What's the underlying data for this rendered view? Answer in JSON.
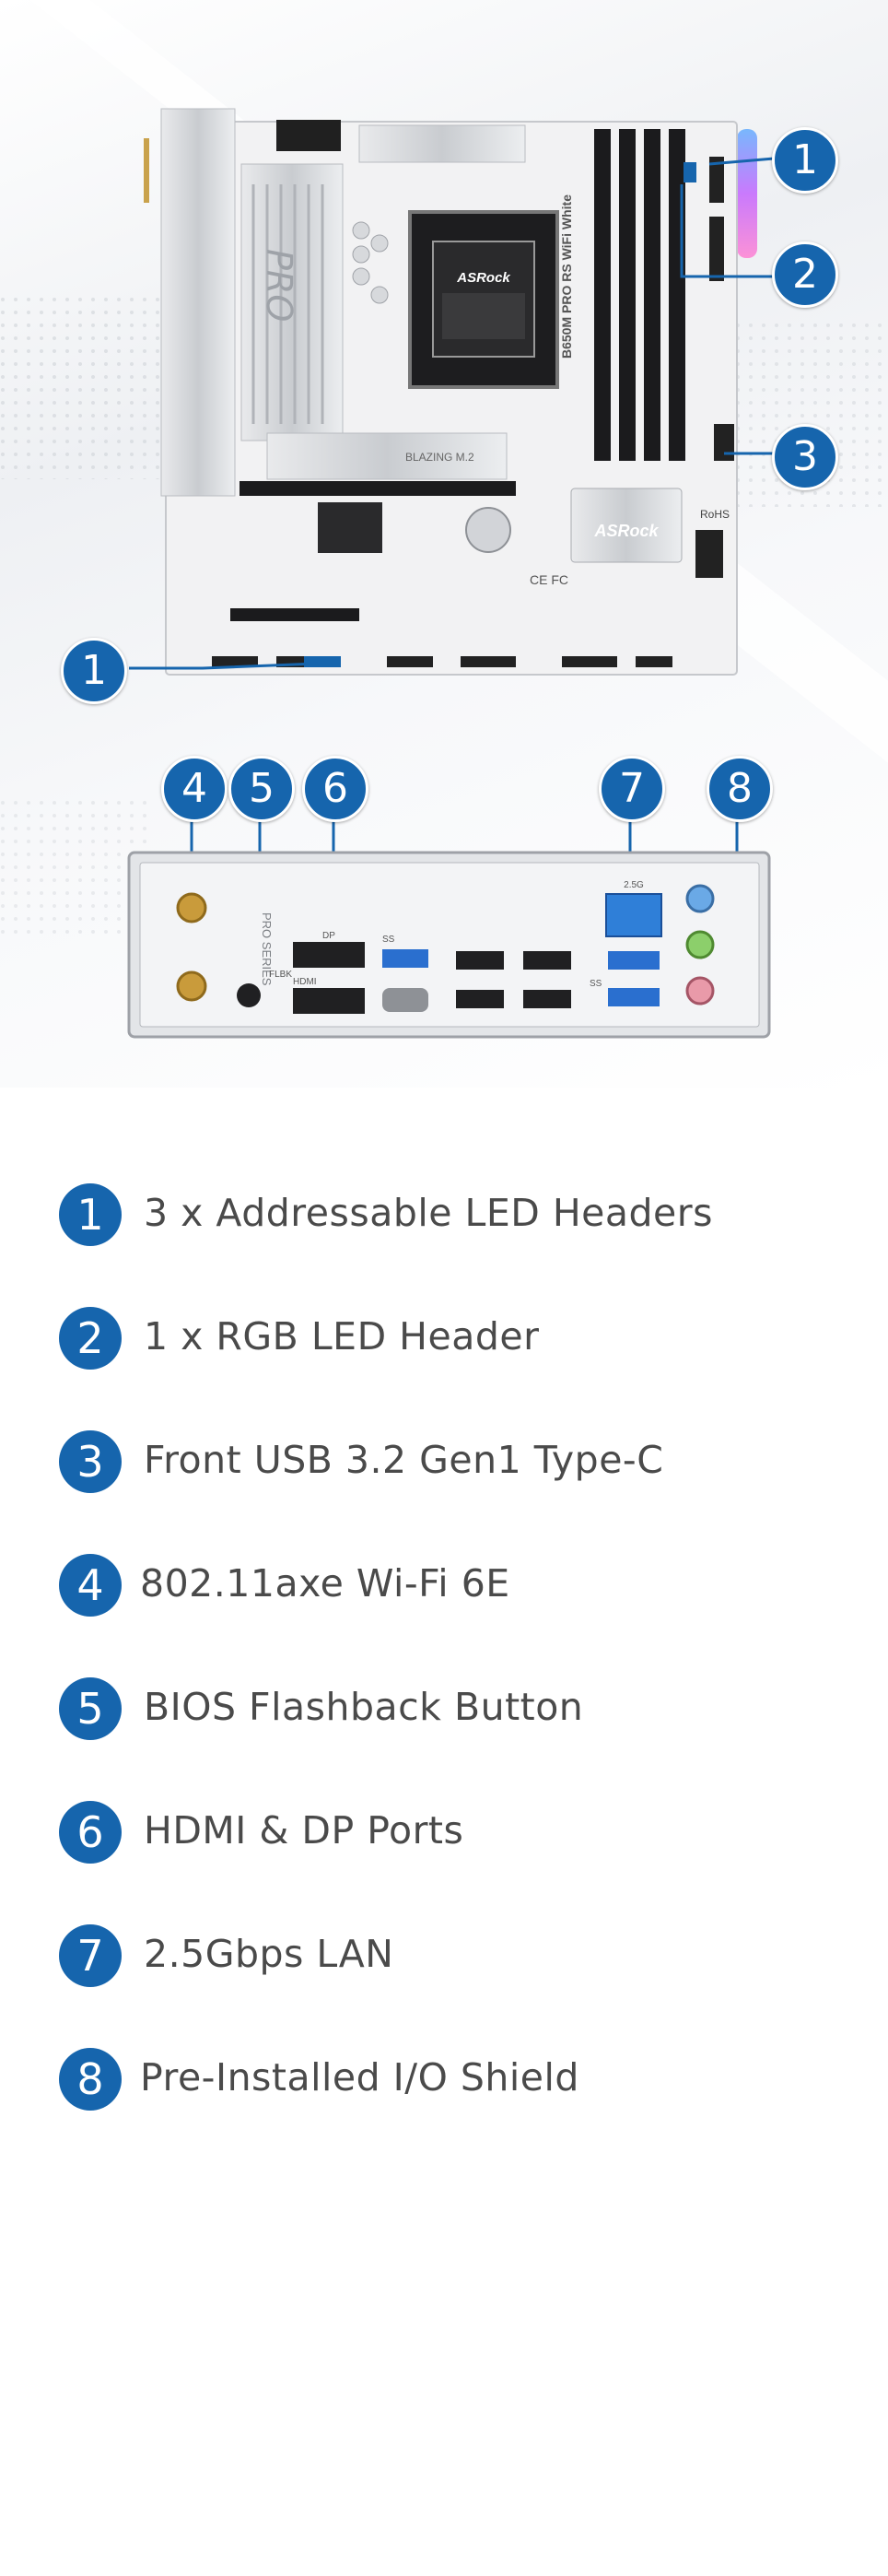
{
  "colors": {
    "accent": "#1665ad",
    "label_text": "#4a4a4a",
    "board_white": "#f2f2f2",
    "heatsink": "#d8dadd"
  },
  "motherboard": {
    "brand": "ASRock",
    "model": "B650M PRO RS WiFi White",
    "series_logo": "PRO",
    "slot_label": "BLAZING M.2",
    "rohs_label": "RoHS",
    "compliance": "CE FC"
  },
  "io_panel": {
    "series_text": "PRO SERIES",
    "lan_label": "2.5G",
    "hdmi_label": "HDMI",
    "flashback_label": "FLBK",
    "usb_label_1": "SS",
    "usb_label_2": "SS",
    "dp_label": "DP"
  },
  "callouts": {
    "c1_top": "1",
    "c2": "2",
    "c3": "3",
    "c1_bottom": "1",
    "c4": "4",
    "c5": "5",
    "c6": "6",
    "c7": "7",
    "c8": "8"
  },
  "features": [
    {
      "number": "1",
      "label": "3 x Addressable LED Headers"
    },
    {
      "number": "2",
      "label": "1 x RGB LED Header"
    },
    {
      "number": "3",
      "label": "Front USB 3.2 Gen1 Type-C"
    },
    {
      "number": "4",
      "label": "802.11axe Wi-Fi 6E"
    },
    {
      "number": "5",
      "label": "BIOS Flashback Button"
    },
    {
      "number": "6",
      "label": "HDMI & DP Ports"
    },
    {
      "number": "7",
      "label": "2.5Gbps LAN"
    },
    {
      "number": "8",
      "label": "Pre-Installed I/O Shield"
    }
  ]
}
